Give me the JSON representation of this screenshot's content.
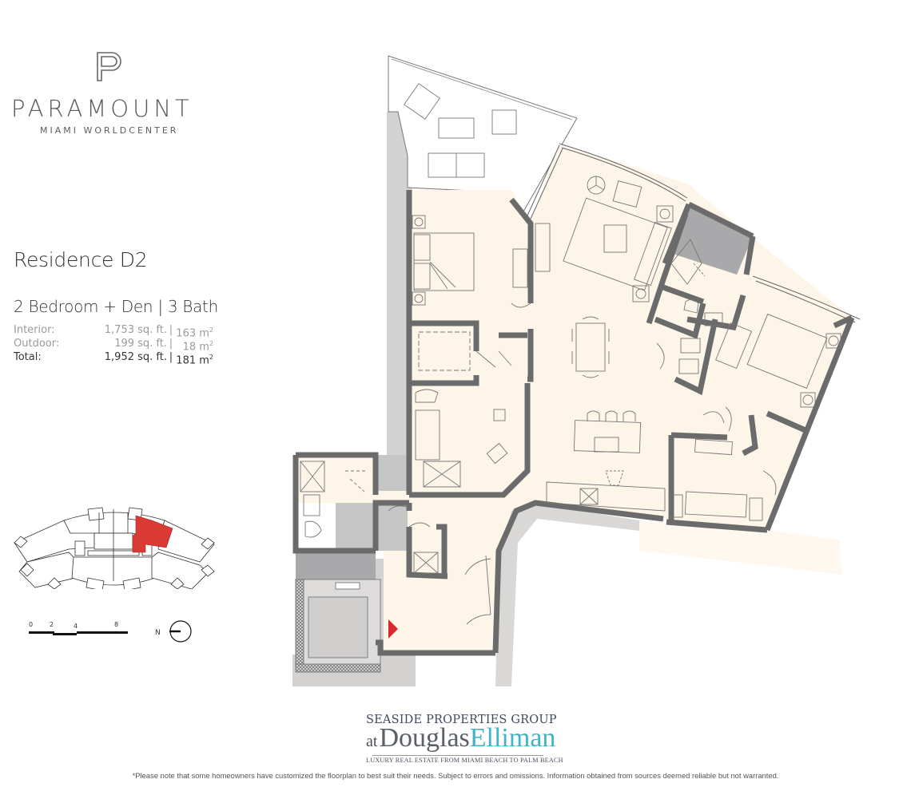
{
  "brand": {
    "logo_letter": "P",
    "name": "PARAMOUNT",
    "subtitle": "MIAMI WORLDCENTER"
  },
  "residence": {
    "title": "Residence D2",
    "layout": "2 Bedroom + Den | 3 Bath",
    "areas": [
      {
        "label": "Interior:",
        "sqft": "1,753 sq. ft.",
        "sep": "|",
        "m2": "163 m",
        "sup": "2"
      },
      {
        "label": "Outdoor:",
        "sqft": "199 sq. ft.",
        "sep": "|",
        "m2": "18 m",
        "sup": "2"
      },
      {
        "label": "Total:",
        "sqft": "1,952 sq. ft.",
        "sep": "|",
        "m2": "181 m",
        "sup": "2"
      }
    ]
  },
  "keyplan": {
    "highlight_color": "#d93a34",
    "scale_labels": [
      "0",
      "2",
      "4",
      "8"
    ],
    "north_label": "N"
  },
  "floorplan": {
    "interior_fill": "#fdf5e8",
    "wall_color": "#6b6b6b",
    "shaft_color": "#a9a9ab",
    "corridor_color": "#d3d2d1",
    "entry_marker_color": "#d8292f"
  },
  "agency": {
    "line1": "SEASIDE PROPERTIES GROUP",
    "at": "at",
    "name_part1": "Douglas",
    "name_part2": "Elliman",
    "tagline": "LUXURY REAL ESTATE FROM MIAMI BEACH TO PALM BEACH",
    "accent_color": "#3fb5c8"
  },
  "disclaimer": "*Please note that some homeowners have customized the floorplan to best suit their needs. Subject to errors and omissions. Information obtained from sources deemed reliable but not warranted."
}
